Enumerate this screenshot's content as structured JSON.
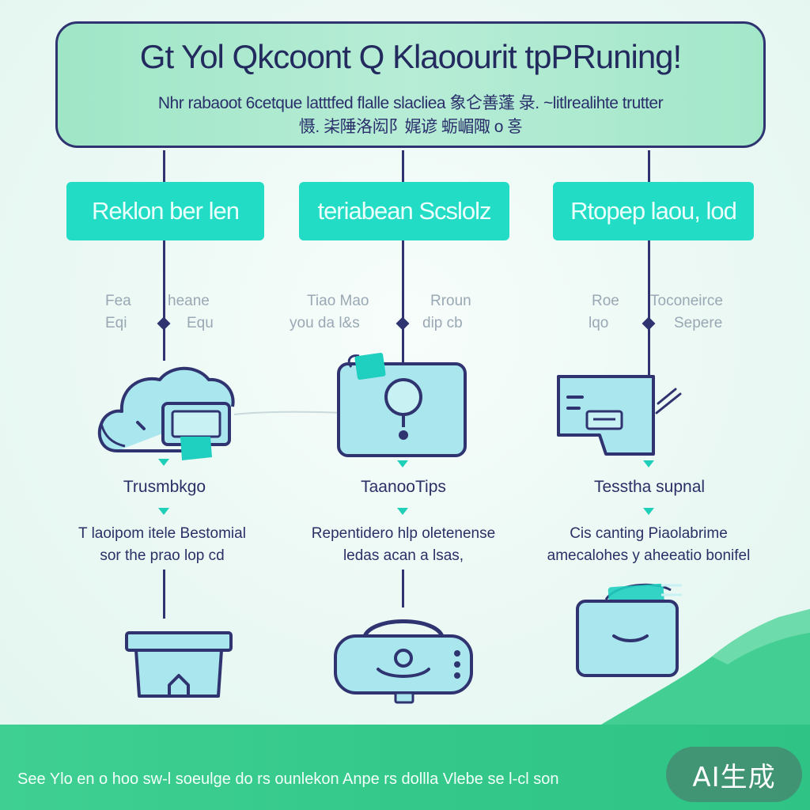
{
  "header": {
    "title": "Gt Yol Qkcoont Q Klaoourit tpPRuning!",
    "subtitle_line1": "Nhr rabaoot 6cetque latttfed flalle slacliea 象仑善蓬 彔. ~litlrealihte trutter",
    "subtitle_line2": "慑.   㭍陲洛闳阝娓谚 蛎嵋陬 o 홍"
  },
  "columns": [
    {
      "pill_label": "Reklon ber len",
      "note_left_top": "Fea",
      "note_left_bottom": "Eqi",
      "note_right_top": "heane",
      "note_right_bottom": "Equ",
      "step_title": "Trusmbkgo",
      "step_desc_line1": "T laoipom itele Bestomial",
      "step_desc_line2": "sor the prao lop cd"
    },
    {
      "pill_label": "teriabean Scslolz",
      "note_left_top": "Tiao Mao",
      "note_left_bottom": "you da l&s",
      "note_right_top": "Rroun",
      "note_right_bottom": "dip cb",
      "step_title": "TaanooTips",
      "step_desc_line1": "Repentidero hlp oletenense",
      "step_desc_line2": "ledas acan a lsas,"
    },
    {
      "pill_label": "Rtopep laou, lod",
      "note_left_top": "Roe",
      "note_left_bottom": "lqo",
      "note_right_top": "Toconeirce",
      "note_right_bottom": "Sepere",
      "step_title": "Tesstha supnal",
      "step_desc_line1": "Cis canting Piaolabrime",
      "step_desc_line2": "amecalohes y aheeatio bonifel"
    }
  ],
  "footer": {
    "text": "See Ylo en o hoo sw-l soeulge do rs ounlekon Anpe rs dollla Vlebe se l-cl son",
    "badge": "AI生成"
  },
  "colors": {
    "accent": "#22dcc5",
    "outline": "#2f3470",
    "icon_fill": "#a9e6ee",
    "footer": "#34c98b"
  }
}
